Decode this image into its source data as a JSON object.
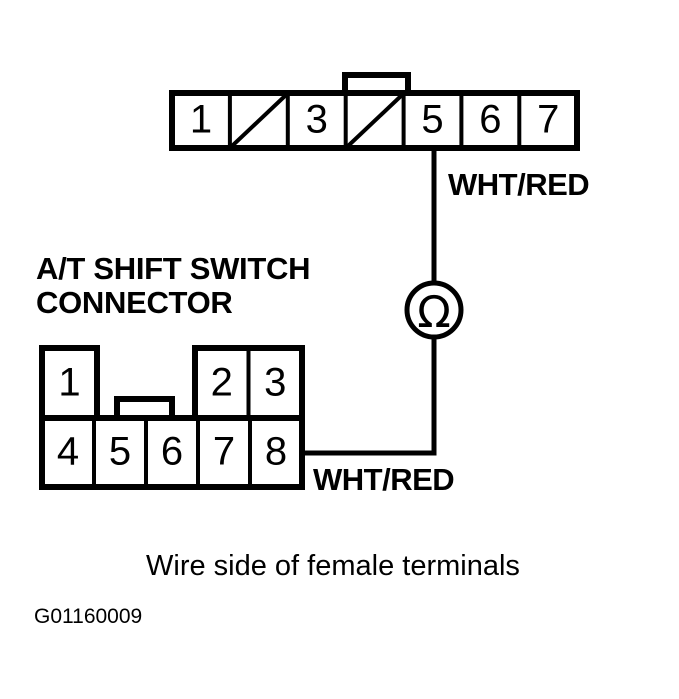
{
  "figure": {
    "code": "G01160009",
    "caption": "Wire side of female terminals",
    "connector_title_line1": "A/T SHIFT SWITCH",
    "connector_title_line2": "CONNECTOR",
    "ink_color": "#000000",
    "background_color": "#ffffff"
  },
  "top_connector": {
    "name": "upper-connector",
    "cells": [
      {
        "label": "1",
        "blank": false
      },
      {
        "label": "",
        "blank": true
      },
      {
        "label": "3",
        "blank": false
      },
      {
        "label": "",
        "blank": true
      },
      {
        "label": "5",
        "blank": false
      },
      {
        "label": "6",
        "blank": false
      },
      {
        "label": "7",
        "blank": false
      }
    ],
    "locking_tab_over_cell": 4
  },
  "bottom_connector": {
    "name": "at-shift-switch-connector",
    "top_row": [
      {
        "label": "1",
        "position": "left"
      },
      {
        "label": "2",
        "position": "right"
      },
      {
        "label": "3",
        "position": "right"
      }
    ],
    "bottom_row": [
      {
        "label": "4"
      },
      {
        "label": "5"
      },
      {
        "label": "6"
      },
      {
        "label": "7"
      },
      {
        "label": "8"
      }
    ],
    "locking_tab": "center"
  },
  "wires": {
    "upper_label": "WHT/RED",
    "lower_label": "WHT/RED",
    "from_terminal_top": "5",
    "to_terminal_bottom": "8"
  },
  "meter": {
    "type": "ohmmeter",
    "symbol": "Ω",
    "icon_name": "ohmmeter-icon"
  }
}
